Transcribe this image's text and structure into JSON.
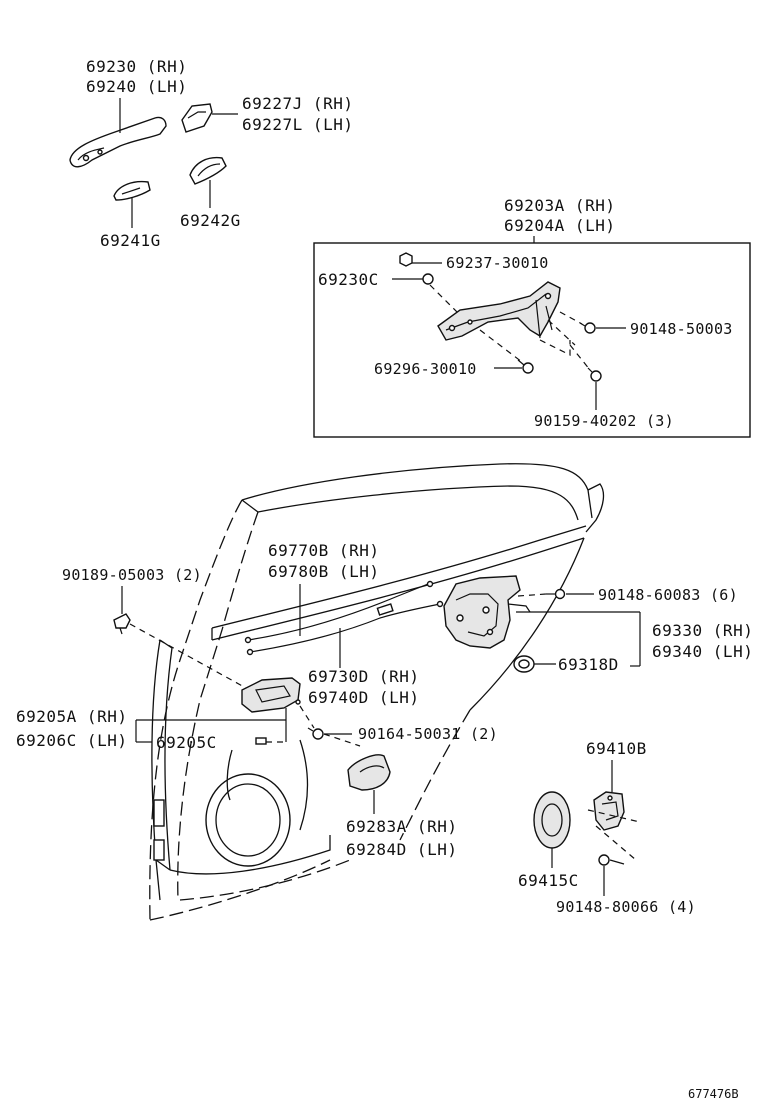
{
  "labels": {
    "outside_handle_rh": "69230 (RH)",
    "outside_handle_lh": "69240 (LH)",
    "handle_cap_rh": "69227J (RH)",
    "handle_cap_lh": "69227L (LH)",
    "pad_g": "69241G",
    "pad_g2": "69242G",
    "frame_rh": "69203A (RH)",
    "frame_lh": "69204A (LH)",
    "nut_69237": "69237-30010",
    "clip_69230c": "69230C",
    "screw_90148_50003": "90148-50003",
    "bolt_69296": "69296-30010",
    "screw_90159": "90159-40202 (3)",
    "clip_90189": "90189-05003 (2)",
    "cable_rh": "69770B (RH)",
    "cable_lh": "69780B (LH)",
    "screw_90148_60083": "90148-60083 (6)",
    "lock_rh": "69330 (RH)",
    "lock_lh": "69340 (LH)",
    "grommet": "69318D",
    "cable2_rh": "69730D (RH)",
    "cable2_lh": "69740D (LH)",
    "inside_handle_rh": "69205A (RH)",
    "inside_handle_lh": "69206C (LH)",
    "bezel": "69205C",
    "screw_90164": "90164-50031 (2)",
    "bracket_rh": "69283A (RH)",
    "bracket_lh": "69284D (LH)",
    "striker": "69410B",
    "striker_cover": "69415C",
    "screw_90148_80066": "90148-80066 (4)",
    "figure_number": "677476B"
  },
  "colors": {
    "line": "#111111",
    "background": "#ffffff",
    "fill": "#e6e6e6"
  }
}
